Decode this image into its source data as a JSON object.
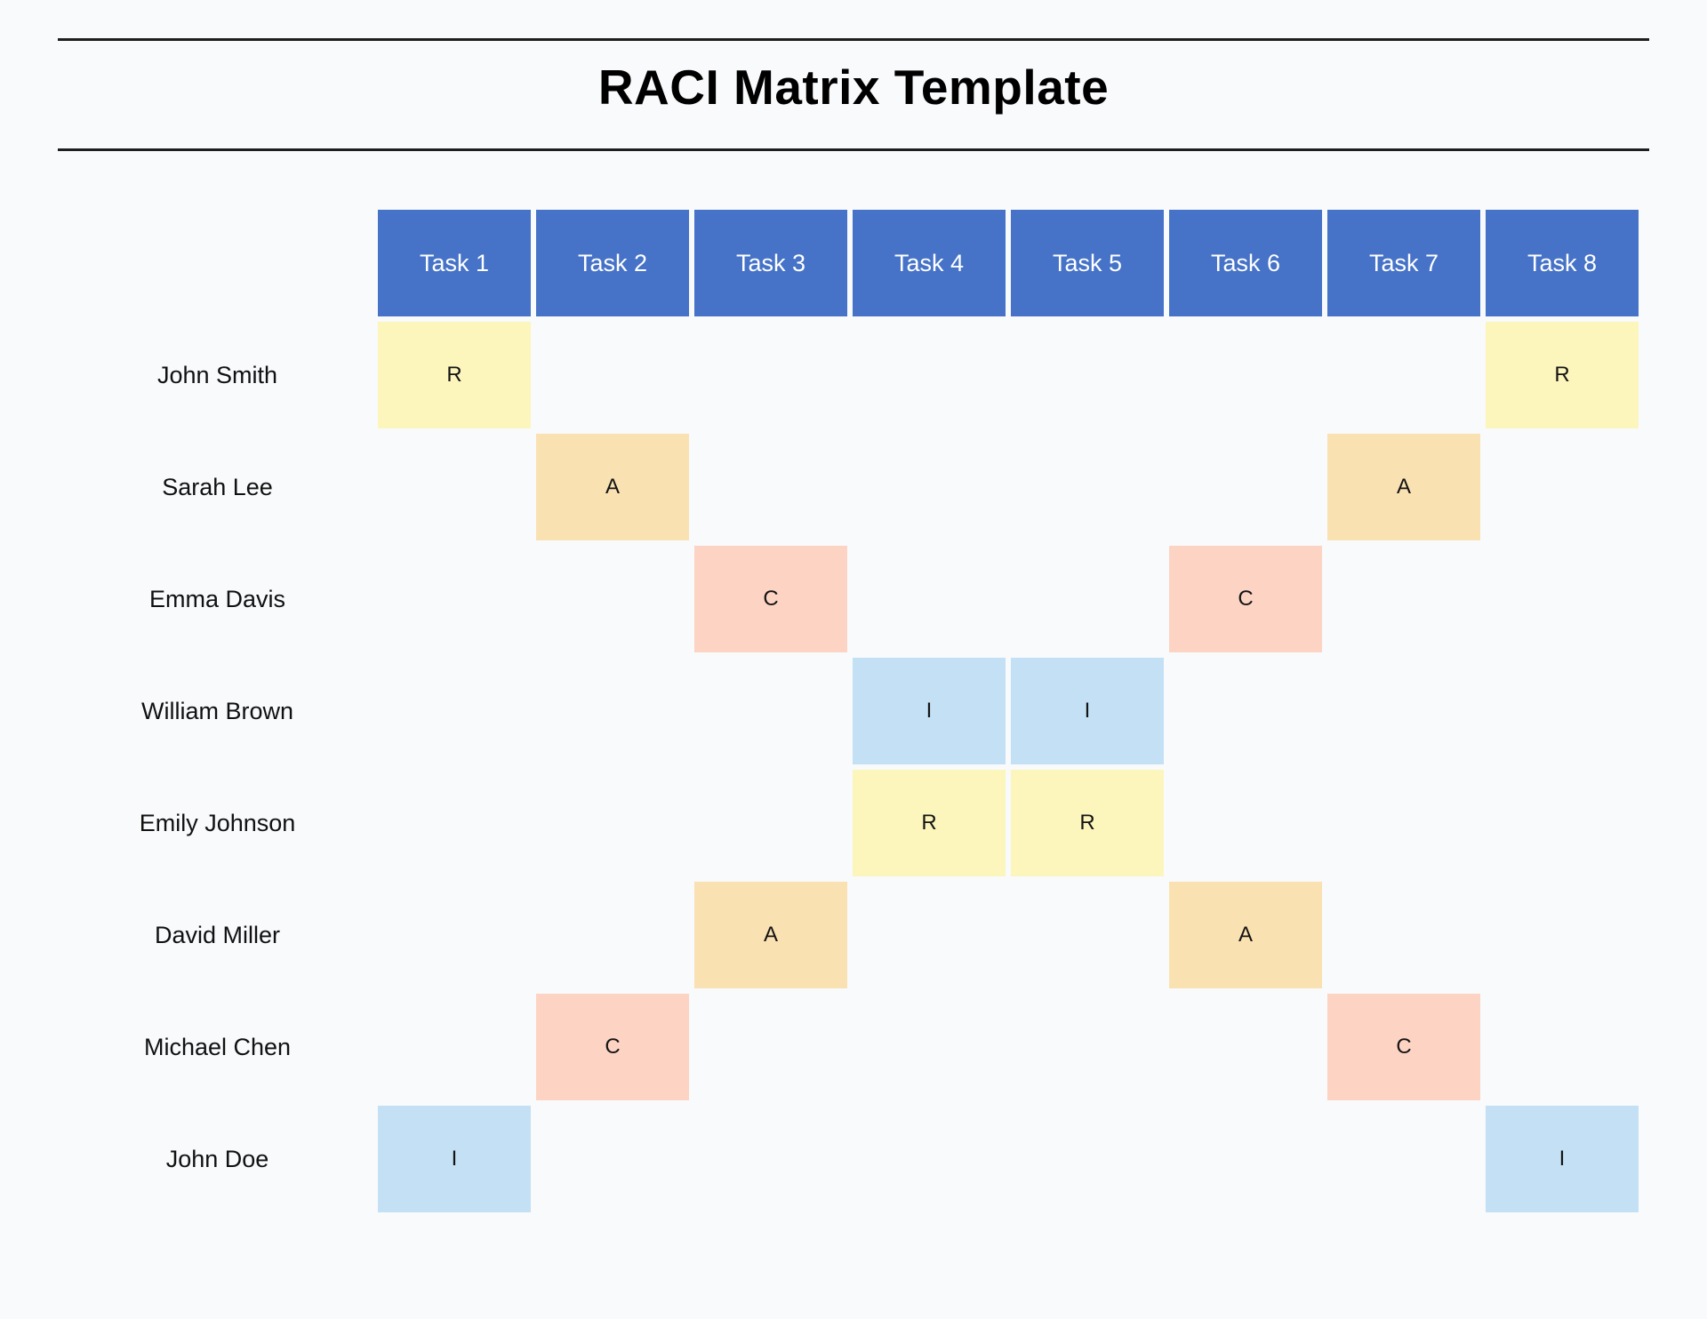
{
  "page": {
    "title": "RACI Matrix Template",
    "background_color": "#F8FAFC",
    "rule_color": "#1E1E1E"
  },
  "matrix": {
    "header_bg_color": "#4673C7",
    "header_text_color": "#FFFFFF",
    "tasks": [
      "Task 1",
      "Task 2",
      "Task 3",
      "Task 4",
      "Task 5",
      "Task 6",
      "Task 7",
      "Task 8"
    ],
    "raci_colors": {
      "R": "#FCF6BC",
      "A": "#FAE1B2",
      "C": "#FDD4C3",
      "I": "#C4E0F4"
    },
    "people": [
      {
        "name": "John Smith",
        "assignments": [
          "R",
          "",
          "",
          "",
          "",
          "",
          "",
          "R"
        ]
      },
      {
        "name": "Sarah Lee",
        "assignments": [
          "",
          "A",
          "",
          "",
          "",
          "",
          "A",
          ""
        ]
      },
      {
        "name": "Emma Davis",
        "assignments": [
          "",
          "",
          "C",
          "",
          "",
          "C",
          "",
          ""
        ]
      },
      {
        "name": "William Brown",
        "assignments": [
          "",
          "",
          "",
          "I",
          "I",
          "",
          "",
          ""
        ]
      },
      {
        "name": "Emily Johnson",
        "assignments": [
          "",
          "",
          "",
          "R",
          "R",
          "",
          "",
          ""
        ]
      },
      {
        "name": "David Miller",
        "assignments": [
          "",
          "",
          "A",
          "",
          "",
          "A",
          "",
          ""
        ]
      },
      {
        "name": "Michael Chen",
        "assignments": [
          "",
          "C",
          "",
          "",
          "",
          "",
          "C",
          ""
        ]
      },
      {
        "name": "John Doe",
        "assignments": [
          "I",
          "",
          "",
          "",
          "",
          "",
          "",
          "I"
        ]
      }
    ]
  }
}
